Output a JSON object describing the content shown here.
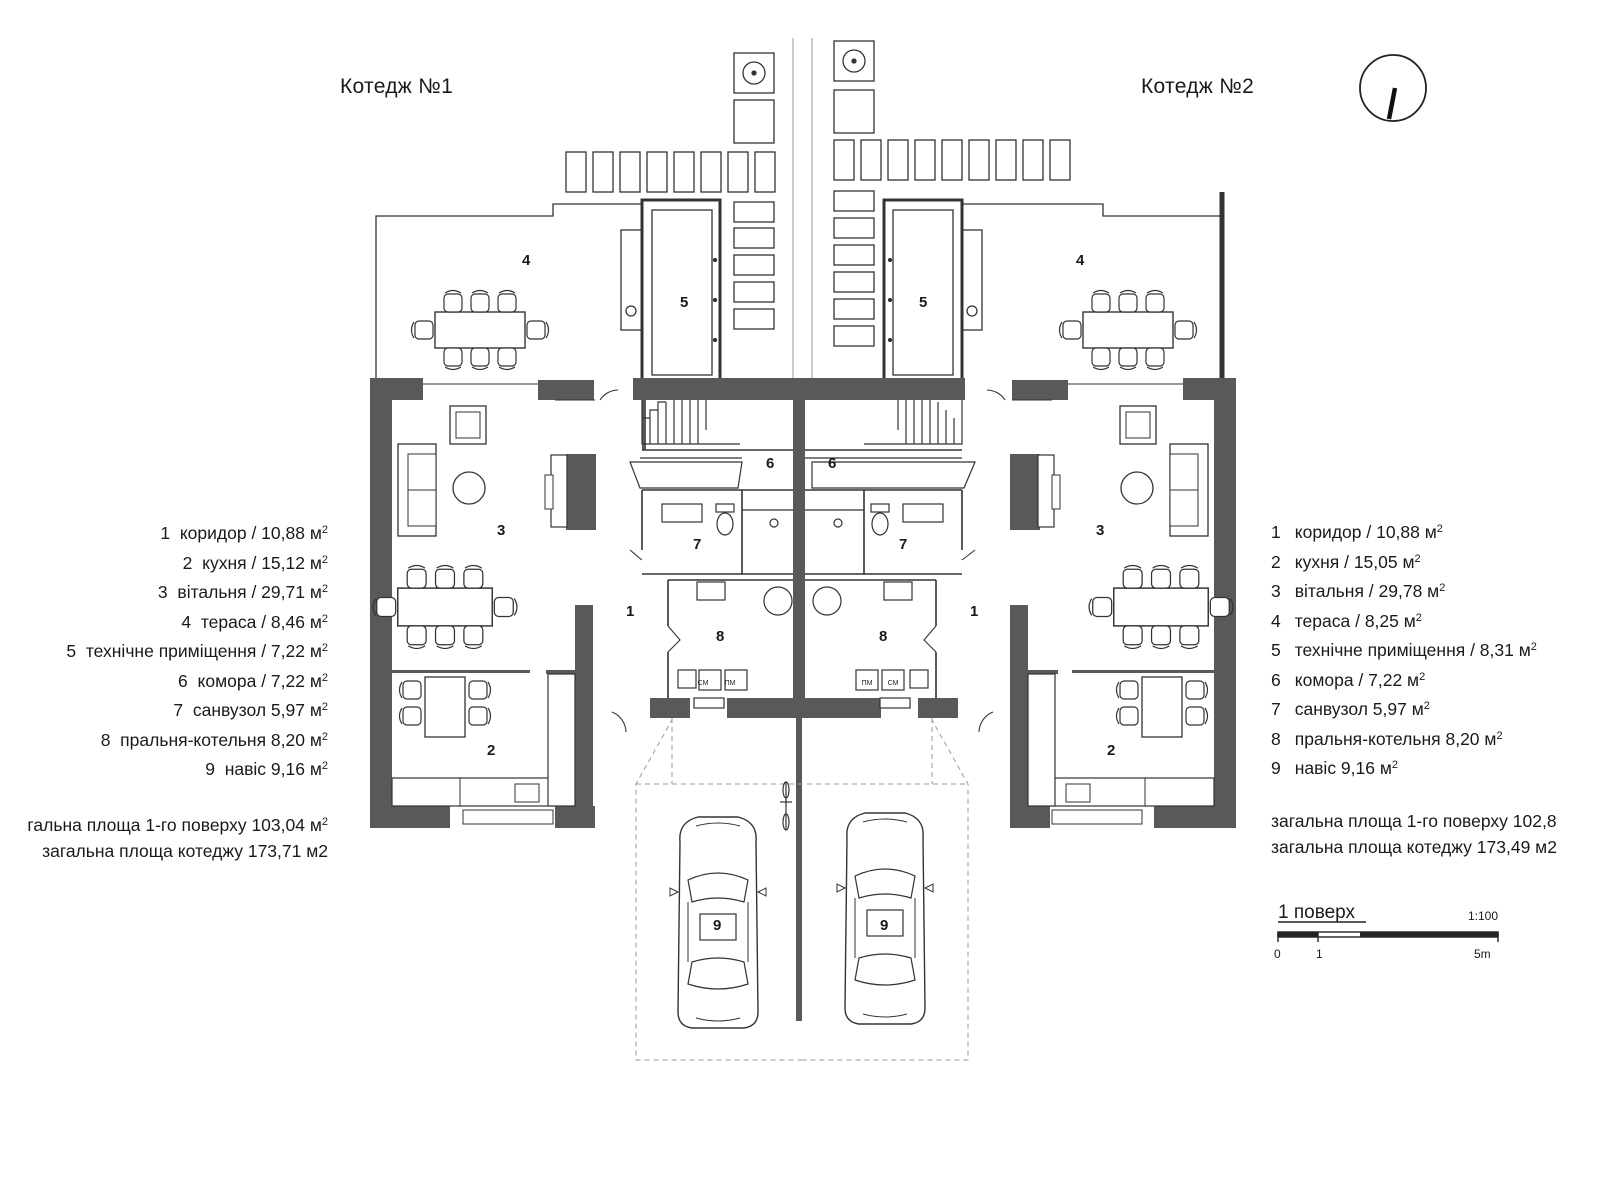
{
  "titles": {
    "cottage1": "Котедж №1",
    "cottage2": "Котедж №2"
  },
  "room_labels": [
    "1",
    "2",
    "3",
    "4",
    "5",
    "6",
    "7",
    "8",
    "9"
  ],
  "legend_left": {
    "rooms": [
      {
        "num": "1",
        "text": "коридор / 10,88 м",
        "sup": "2"
      },
      {
        "num": "2",
        "text": "кухня / 15,12 м",
        "sup": "2"
      },
      {
        "num": "3",
        "text": "вітальня / 29,71 м",
        "sup": "2"
      },
      {
        "num": "4",
        "text": "тераса / 8,46 м",
        "sup": "2"
      },
      {
        "num": "5",
        "text": "технічне приміщення / 7,22 м",
        "sup": "2"
      },
      {
        "num": "6",
        "text": "комора / 7,22 м",
        "sup": "2"
      },
      {
        "num": "7",
        "text": "санвузол 5,97 м",
        "sup": "2"
      },
      {
        "num": "8",
        "text": "пральня-котельня 8,20 м",
        "sup": "2"
      },
      {
        "num": "9",
        "text": "навіс 9,16 м",
        "sup": "2"
      }
    ],
    "total_floor": "гальна площа 1-го поверху 103,04 м",
    "total_floor_sup": "2",
    "total_cottage": "загальна площа котеджу 173,71 м2"
  },
  "legend_right": {
    "rooms": [
      {
        "num": "1",
        "text": "коридор / 10,88 м",
        "sup": "2"
      },
      {
        "num": "2",
        "text": "кухня / 15,05 м",
        "sup": "2"
      },
      {
        "num": "3",
        "text": "вітальня / 29,78 м",
        "sup": "2"
      },
      {
        "num": "4",
        "text": "тераса / 8,25 м",
        "sup": "2"
      },
      {
        "num": "5",
        "text": "технічне приміщення / 8,31 м",
        "sup": "2"
      },
      {
        "num": "6",
        "text": "комора / 7,22 м",
        "sup": "2"
      },
      {
        "num": "7",
        "text": "санвузол 5,97 м",
        "sup": "2"
      },
      {
        "num": "8",
        "text": "пральня-котельня 8,20 м",
        "sup": "2"
      },
      {
        "num": "9",
        "text": "навіс 9,16 м",
        "sup": "2"
      }
    ],
    "total_floor": "загальна площа 1-го поверху 102,8",
    "total_cottage": "загальна площа котеджу 173,49 м2"
  },
  "scale": {
    "floor_label": "1 поверх",
    "ratio": "1:100",
    "tick0": "0",
    "tick1": "1",
    "tick5": "5m"
  },
  "appliances": {
    "washer": "СМ",
    "dryer": "ПМ"
  },
  "colors": {
    "wall": "#595959",
    "line": "#222222",
    "light_line": "#9a9a9a"
  }
}
